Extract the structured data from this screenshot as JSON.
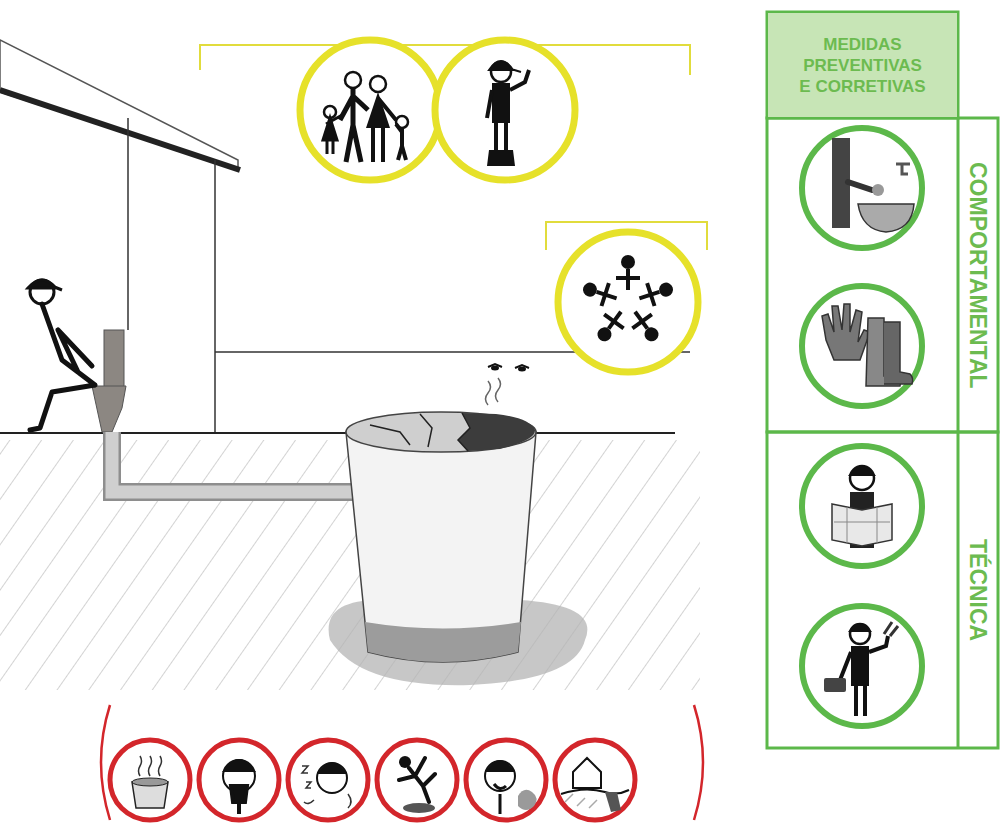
{
  "diagram": {
    "nodes": [
      {
        "text": [
          "MEDIDAS PREVENTIVAS E CORRETIVAS"
        ]
      },
      {
        "text": [
          "COMPORTAMENTAL"
        ]
      },
      {
        "text": [
          "TÉCNICA"
        ]
      }
    ]
  }
}
